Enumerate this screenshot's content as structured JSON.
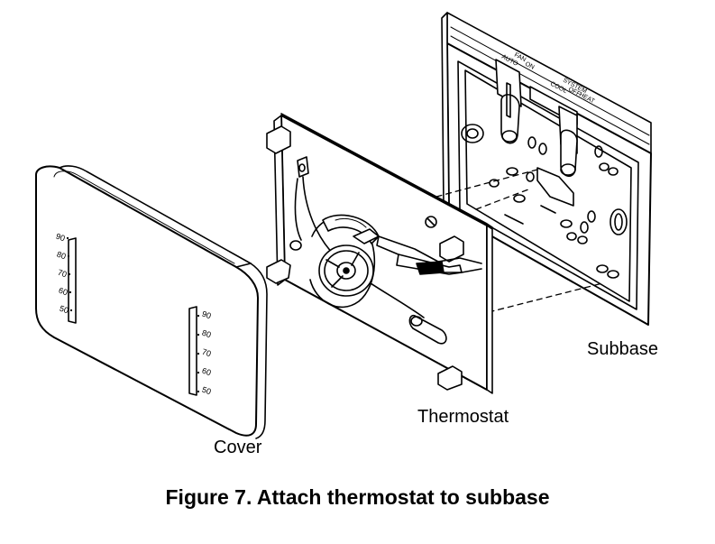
{
  "labels": {
    "subbase": "Subbase",
    "thermostat": "Thermostat",
    "cover": "Cover"
  },
  "caption": "Figure 7. Attach thermostat to subbase",
  "subbase_markings": {
    "fan": "FAN",
    "auto": "AUTO",
    "on": "ON",
    "system": "SYSTEM",
    "cool": "COOL",
    "off": "OFF",
    "heat": "HEAT"
  },
  "cover_scale_left": [
    "90",
    "80",
    "70",
    "60",
    "50"
  ],
  "cover_scale_right": [
    "90",
    "80",
    "70",
    "60",
    "50"
  ]
}
